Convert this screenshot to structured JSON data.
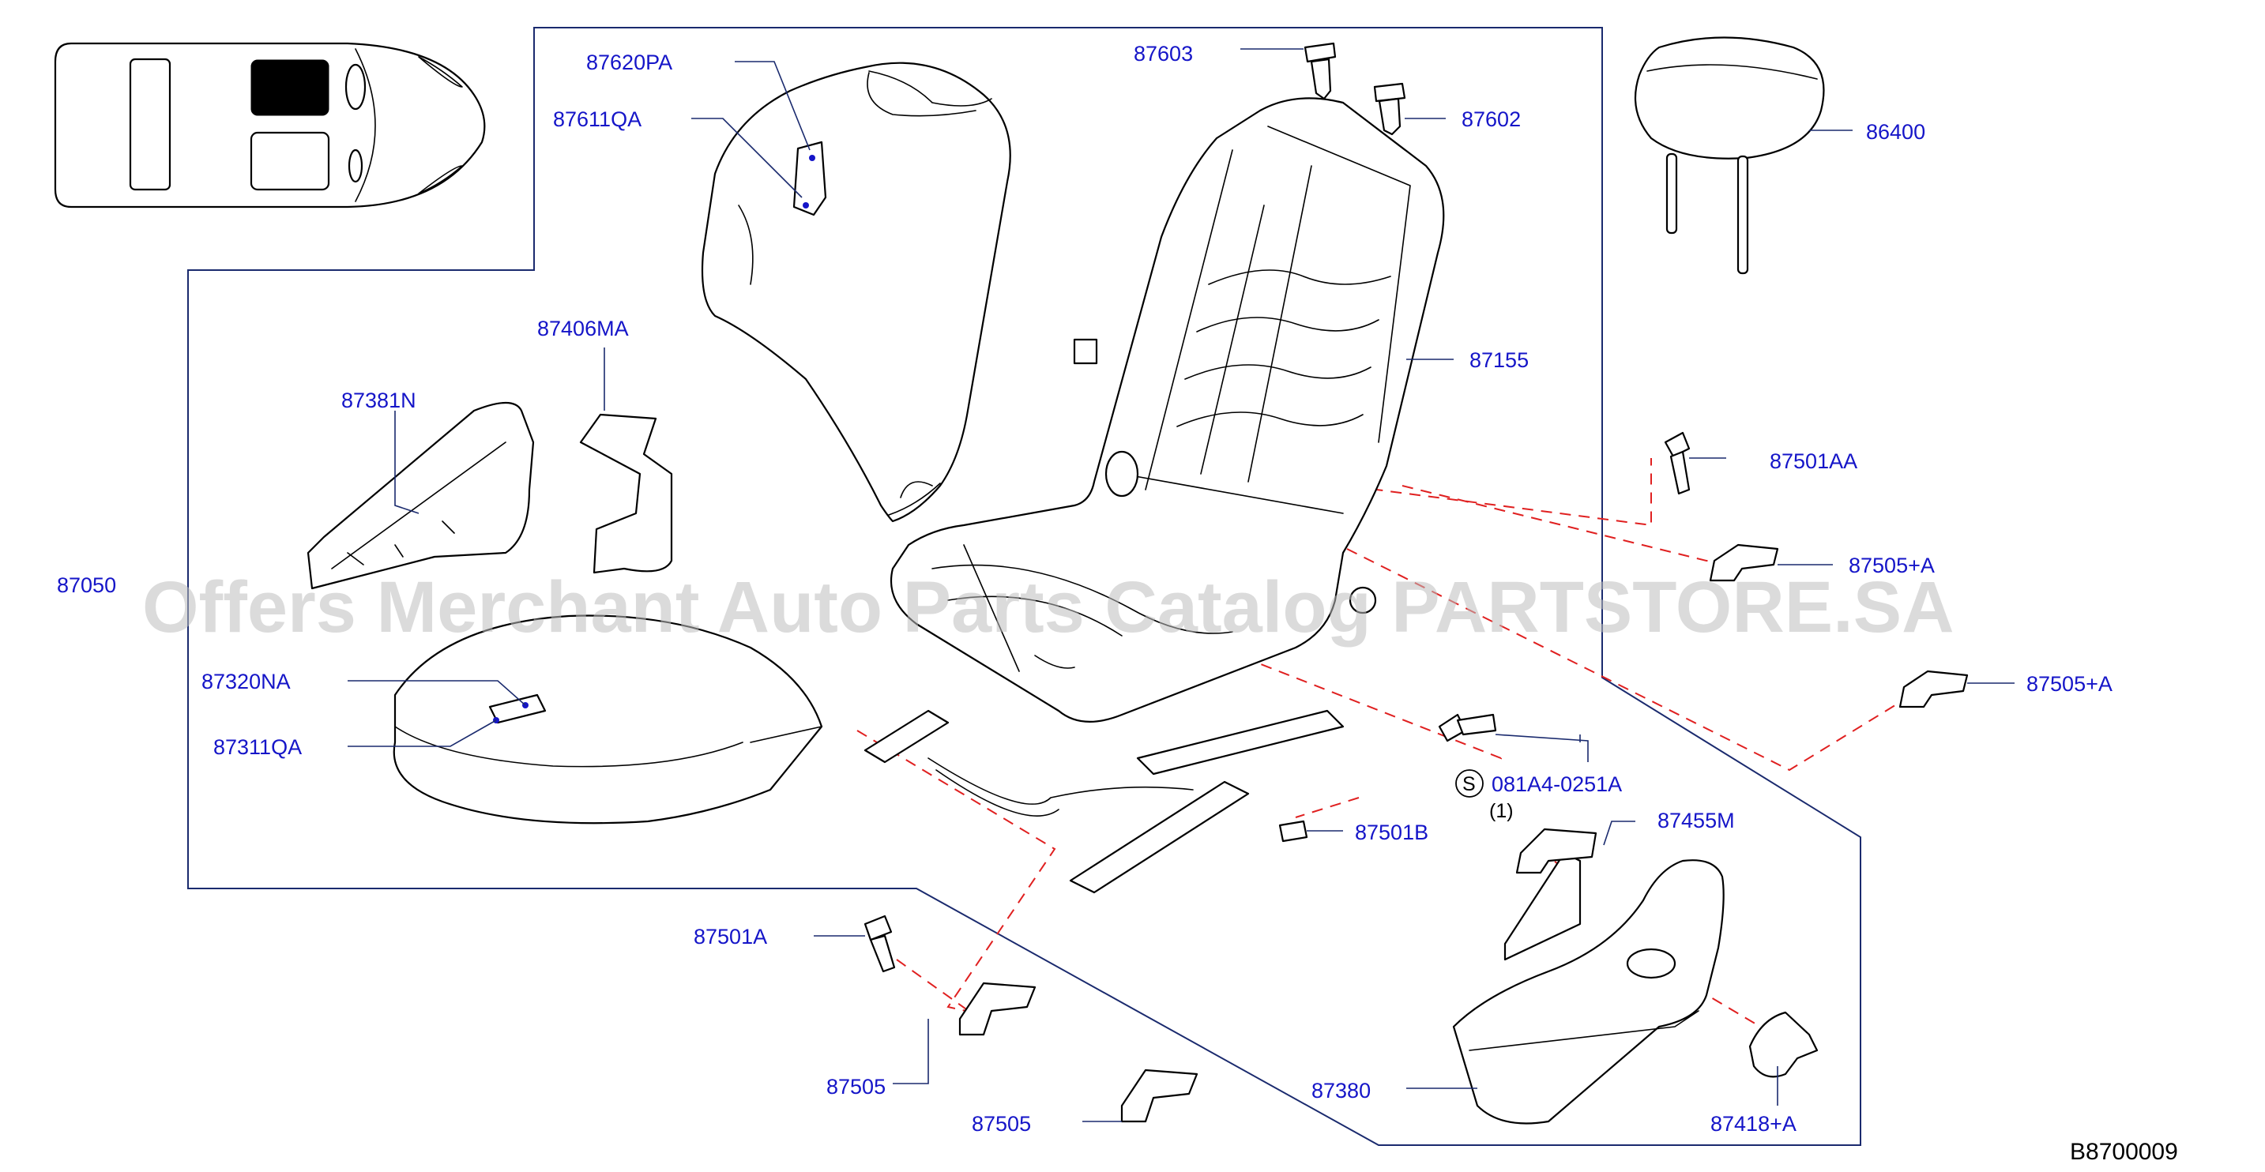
{
  "labels": {
    "p87620PA": "87620PA",
    "p87611QA": "87611QA",
    "p87603": "87603",
    "p87602": "87602",
    "p86400": "86400",
    "p87406MA": "87406MA",
    "p87381N": "87381N",
    "p87155": "87155",
    "p87501AA": "87501AA",
    "p87505A1": "87505+A",
    "p87505A2": "87505+A",
    "p87050": "87050",
    "p87320NA": "87320NA",
    "p87311QA": "87311QA",
    "p081A4": "081A4-0251A",
    "qty": "(1)",
    "screw_symbol": "S",
    "p87455M": "87455M",
    "p87501B": "87501B",
    "p87501A": "87501A",
    "p87505a": "87505",
    "p87505b": "87505",
    "p87380": "87380",
    "p87418A": "87418+A"
  },
  "diagram_code": "B8700009",
  "watermark": "Offers Merchant Auto Parts Catalog PARTSTORE.SA",
  "colors": {
    "label": "#1515c8",
    "frame": "#1a2a6e",
    "dashed_guide": "#e02020",
    "watermark": "#bdbdbd"
  }
}
